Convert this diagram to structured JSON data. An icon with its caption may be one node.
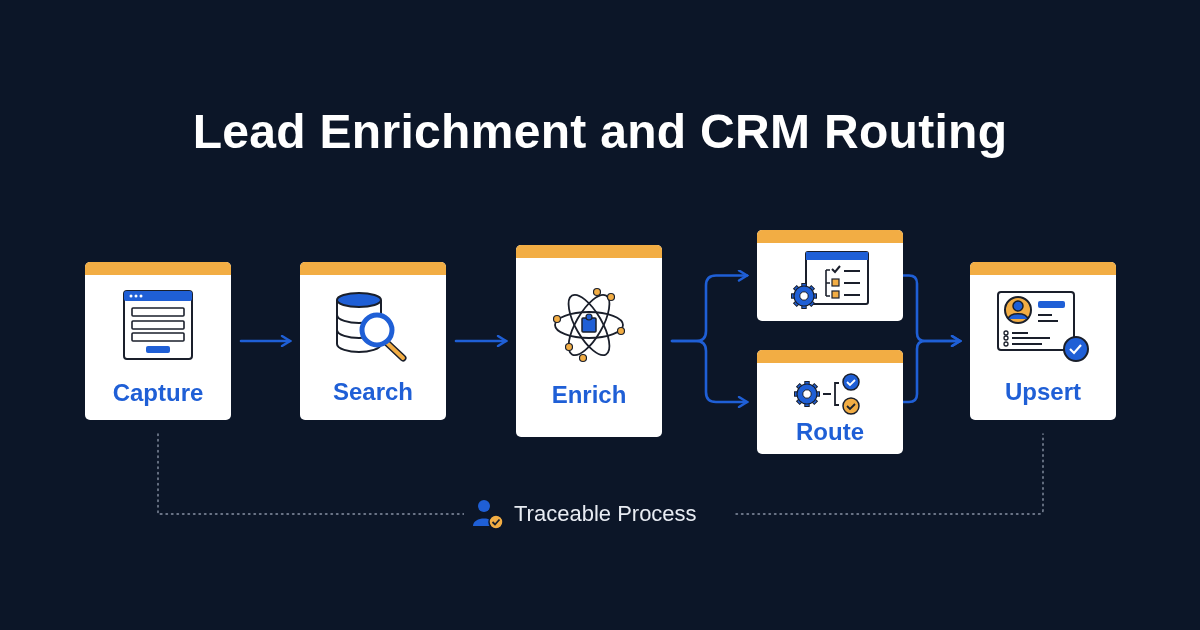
{
  "diagram": {
    "title": "Lead Enrichment and CRM Routing",
    "nodes": [
      {
        "text": [
          "Capture"
        ]
      },
      {
        "text": [
          "Search"
        ]
      },
      {
        "text": [
          "Enrich"
        ]
      },
      {
        "text": [],
        "shape": "box"
      },
      {
        "text": [
          "Route"
        ]
      },
      {
        "text": [
          "Upsert"
        ]
      },
      {
        "text": [
          "Traceable Process"
        ]
      }
    ],
    "edges": [
      {
        "from": 0,
        "to": 1,
        "arrow": "to"
      },
      {
        "from": 1,
        "to": 2,
        "arrow": "to"
      },
      {
        "from": 2,
        "to": 3,
        "arrow": "to"
      },
      {
        "from": 2,
        "to": 4,
        "arrow": "to"
      },
      {
        "from": 3,
        "to": 5,
        "arrow": "to"
      },
      {
        "from": 4,
        "to": 5,
        "arrow": "to"
      },
      {
        "from": 0,
        "to": 6,
        "arrow": "none",
        "style": "dashed",
        "color": "#8a94a6"
      },
      {
        "from": 6,
        "to": 5,
        "arrow": "none",
        "style": "dashed",
        "color": "#8a94a6"
      }
    ]
  }
}
